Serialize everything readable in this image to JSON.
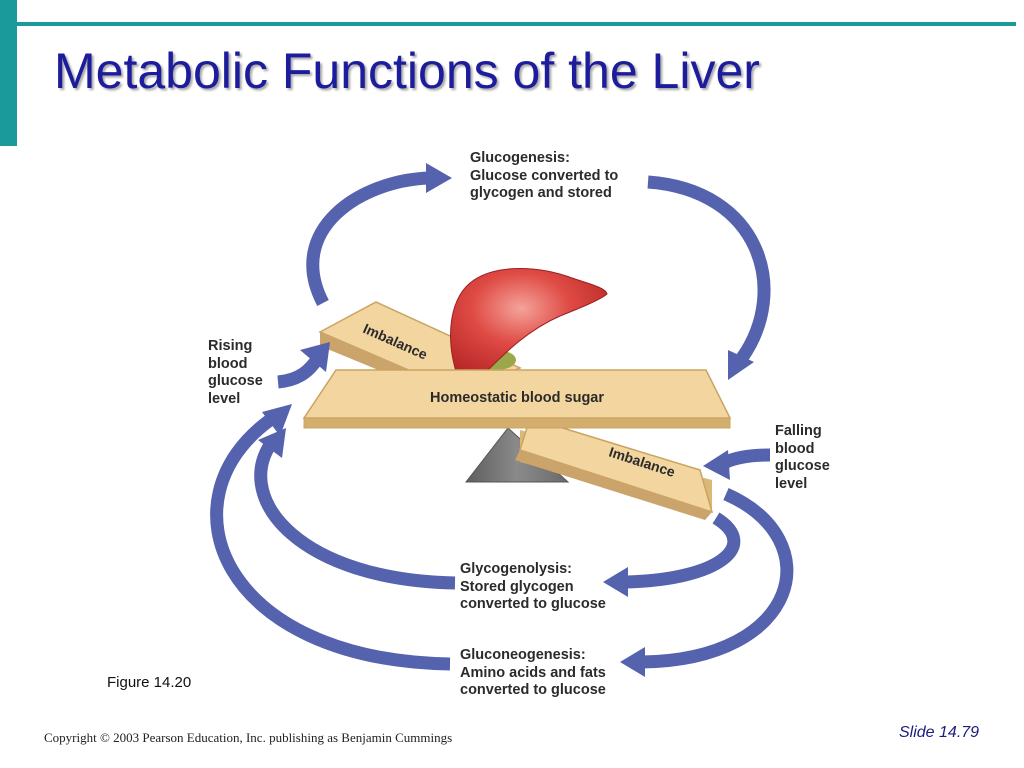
{
  "slide": {
    "title": "Metabolic Functions of the Liver",
    "figure": "Figure 14.20",
    "copyright": "Copyright © 2003 Pearson Education, Inc. publishing as Benjamin Cummings",
    "slide_number": "Slide 14.79"
  },
  "diagram": {
    "glucogenesis": "Glucogenesis:\nGlucose converted to\nglycogen and stored",
    "rising": "Rising\nblood\nglucose\nlevel",
    "falling": "Falling\nblood\nglucose\nlevel",
    "glycogenolysis": "Glycogenolysis:\nStored glycogen\nconverted to glucose",
    "gluconeogenesis": "Gluconeogenesis:\nAmino acids and fats\nconverted to glucose",
    "imbalance_top": "Imbalance",
    "imbalance_bottom": "Imbalance",
    "homeostatic": "Homeostatic blood sugar"
  },
  "colors": {
    "accent": "#1a9a9a",
    "title": "#1c1c9c",
    "arrow": "#5562ad",
    "board": "#f2d59f",
    "board_edge": "#c9a462",
    "fulcrum": "#7a7a7a",
    "liver": "#d8383a"
  }
}
